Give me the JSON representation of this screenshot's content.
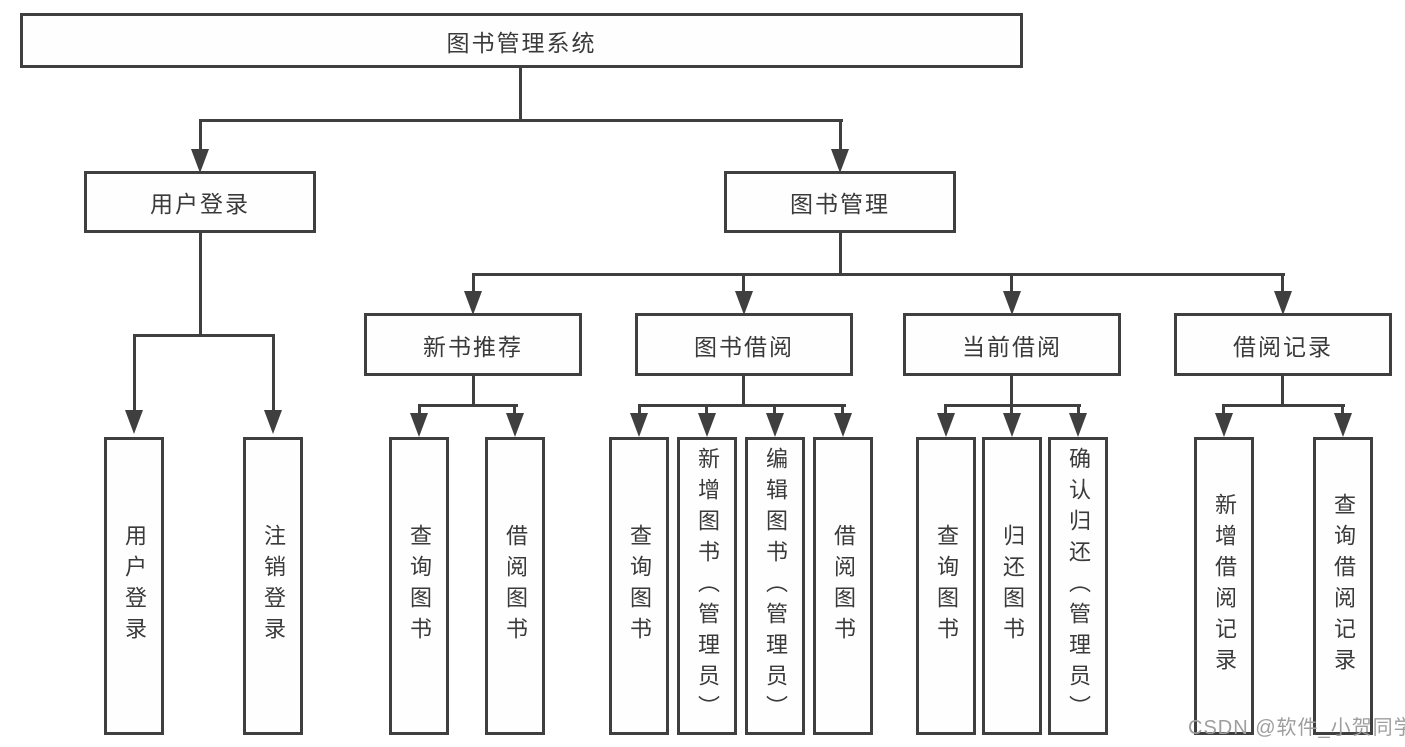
{
  "diagram": {
    "root": {
      "label": "图书管理系统"
    },
    "branches": [
      {
        "label": "用户登录",
        "children": [
          {
            "label": "用户登录"
          },
          {
            "label": "注销登录"
          }
        ]
      },
      {
        "label": "图书管理",
        "children": [
          {
            "label": "新书推荐",
            "children": [
              {
                "label": "查询图书"
              },
              {
                "label": "借阅图书"
              }
            ]
          },
          {
            "label": "图书借阅",
            "children": [
              {
                "label": "查询图书"
              },
              {
                "label": "新增图书（管理员）"
              },
              {
                "label": "编辑图书（管理员）"
              },
              {
                "label": "借阅图书"
              }
            ]
          },
          {
            "label": "当前借阅",
            "children": [
              {
                "label": "查询图书"
              },
              {
                "label": "归还图书"
              },
              {
                "label": "确认归还（管理员）"
              }
            ]
          },
          {
            "label": "借阅记录",
            "children": [
              {
                "label": "新增借阅记录"
              },
              {
                "label": "查询借阅记录"
              }
            ]
          }
        ]
      }
    ]
  },
  "watermark": {
    "text": "CSDN @软件_小贺同学"
  },
  "colors": {
    "line": "#3f3f3f",
    "text": "#3a3a3a",
    "box_background": "#fefefe",
    "page_background": "#ffffff",
    "watermark": "#9e9e9e"
  }
}
